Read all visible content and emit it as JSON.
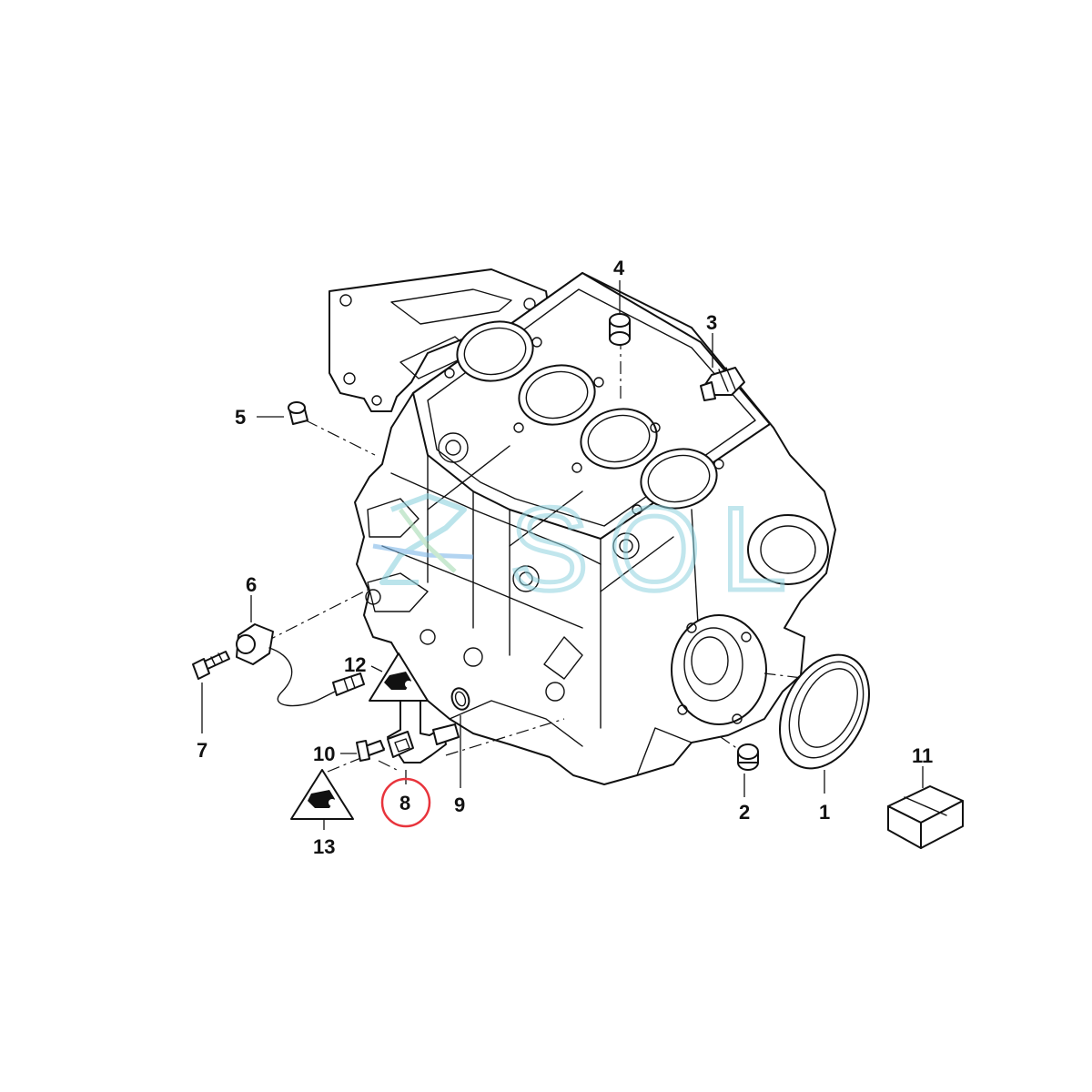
{
  "watermark": {
    "text": "SOL",
    "color": "#8fd3df"
  },
  "highlight": {
    "color": "#e8343c",
    "target": "8"
  },
  "callouts": {
    "c1": "1",
    "c2": "2",
    "c3": "3",
    "c4": "4",
    "c5": "5",
    "c6": "6",
    "c7": "7",
    "c8": "8",
    "c9": "9",
    "c10": "10",
    "c11": "11",
    "c12": "12",
    "c13": "13"
  }
}
